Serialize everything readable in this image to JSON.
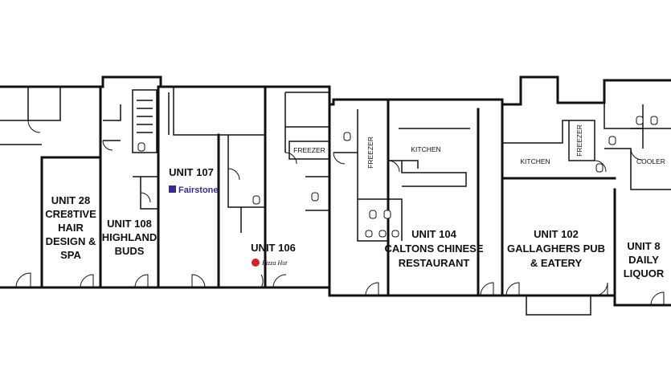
{
  "units": {
    "u28": [
      "UNIT 28",
      "CRE8TIVE",
      "HAIR",
      "DESIGN &",
      "SPA"
    ],
    "u108": [
      "UNIT 108",
      "HIGHLAND",
      "BUDS"
    ],
    "u107": [
      "UNIT 107"
    ],
    "u106": [
      "UNIT 106"
    ],
    "u104": [
      "UNIT 104",
      "CALTONS CHINESE",
      "RESTAURANT"
    ],
    "u102": [
      "UNIT 102",
      "GALLAGHERS PUB",
      "& EATERY"
    ],
    "u8": [
      "UNIT 8",
      "DAILY",
      "LIQUOR"
    ]
  },
  "rooms": {
    "freezer_106": "FREEZER",
    "freezer_104": "FREEZER",
    "kitchen_104": "KITCHEN",
    "kitchen_102": "KITCHEN",
    "freezer_102": "FREEZER",
    "cooler_8": "COOLER"
  },
  "logos": {
    "fairstone": "Fairstone",
    "pizza_hut": "Pizza Hut"
  },
  "colors": {
    "fairstone": "#3b2a8a",
    "pizza_hut": "#d61f26",
    "wall": "#111111"
  }
}
